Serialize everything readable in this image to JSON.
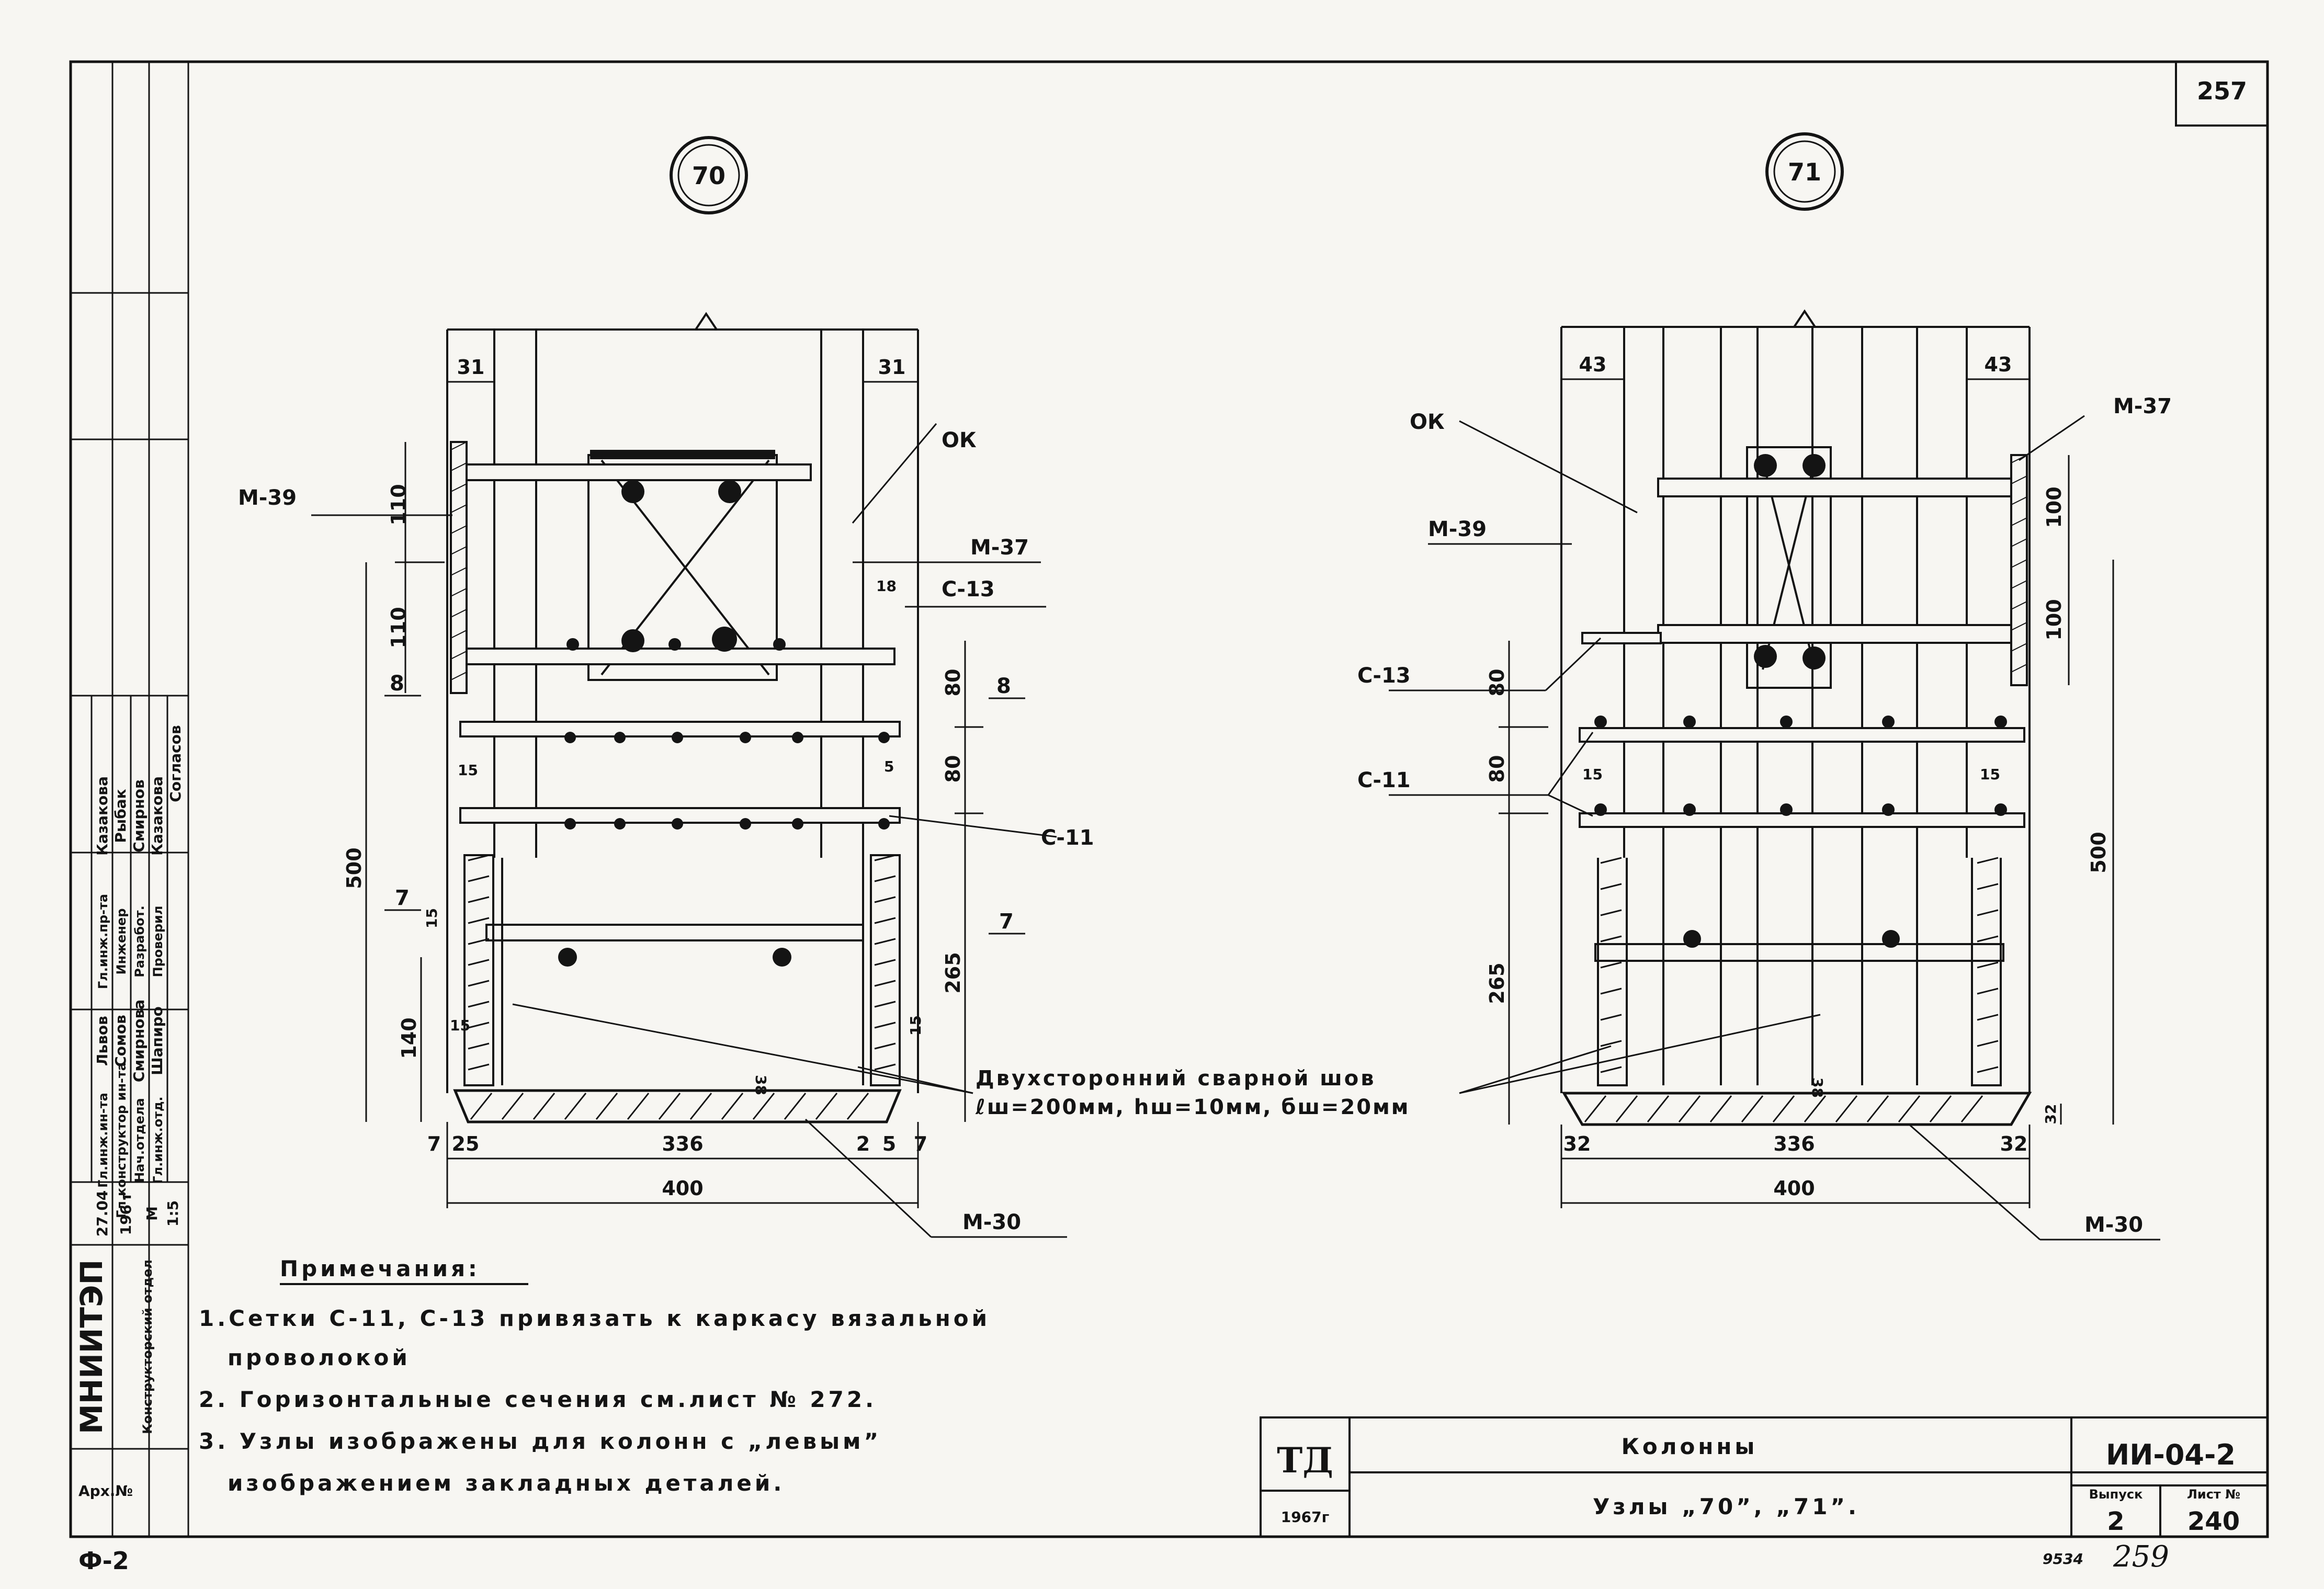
{
  "sheet": {
    "page_number": "257",
    "bottom_left_code": "Ф-2",
    "bottom_right_stamp": "9534",
    "bottom_right_number": "259"
  },
  "left_stamp": {
    "org": "МНИИТЭП",
    "dept": "Конструкторский отдел",
    "archive": "Арх.№",
    "date": "27.04",
    "year": "196 г",
    "scale_label": "М",
    "scale": "1:5",
    "roles": [
      "Гл.инж.ин-та",
      "Гл.конструктор ин-та",
      "Нач.отдела",
      "Гл.инж.отд.",
      "Гл.инж.пр-та",
      "Инженер",
      "Разработ.",
      "Проверил"
    ],
    "names": [
      "Львов",
      "Сомов",
      "Смирнова",
      "Шапиро",
      "Казакова",
      "Рыбак",
      "Смирнов",
      "Казакова"
    ],
    "agreed": "Согласов"
  },
  "node70": {
    "label": "70",
    "dims": {
      "d31a": "31",
      "d31b": "31",
      "d110a": "110",
      "d110b": "110",
      "d500": "500",
      "d80a": "80",
      "d80b": "80",
      "d265": "265",
      "d140": "140",
      "d15a": "15",
      "d15b": "15",
      "d15c": "15",
      "d15d": "15",
      "d5": "5",
      "d18": "18",
      "d38": "38",
      "d7a": "7",
      "d25a": "25",
      "d336": "336",
      "d2": "2",
      "d5b": "5",
      "d7b": "7",
      "d400": "400"
    },
    "labels": {
      "m39": "М-39",
      "m37": "М-37",
      "c13": "С-13",
      "c11": "С-11",
      "ok": "ОК",
      "m30": "М-30",
      "sec8a": "8",
      "sec8b": "8",
      "sec7a": "7",
      "sec7b": "7"
    }
  },
  "node71": {
    "label": "71",
    "dims": {
      "d43a": "43",
      "d43b": "43",
      "d100a": "100",
      "d100b": "100",
      "d500": "500",
      "d80a": "80",
      "d80b": "80",
      "d265": "265",
      "d15a": "15",
      "d15b": "15",
      "d38": "38",
      "d32a": "32",
      "d336": "336",
      "d32b": "32",
      "d32c": "32",
      "d400": "400"
    },
    "labels": {
      "m37": "М-37",
      "m39": "М-39",
      "c13": "С-13",
      "c11": "С-11",
      "ok": "ОК",
      "m30": "М-30"
    }
  },
  "weld": {
    "line1": "Двухсторонний сварной шов",
    "line2": "ℓш=200мм, hш=10мм, бш=20мм"
  },
  "notes": {
    "title": "Примечания:",
    "item1a": "1.Сетки С-11, С-13 привязать к каркасу вязальной",
    "item1b": "проволокой",
    "item2": "2. Горизонтальные сечения см.лист № 272.",
    "item3a": "3. Узлы изображены для колонн с „левым”",
    "item3b": "изображением закладных деталей."
  },
  "titleblock": {
    "org": "ТД",
    "year": "1967г",
    "title": "Колонны",
    "subtitle": "Узлы „70”, „71”.",
    "code": "ИИ-04-2",
    "issue_label": "Выпуск",
    "sheet_label": "Лист №",
    "issue": "2",
    "sheet": "240"
  }
}
